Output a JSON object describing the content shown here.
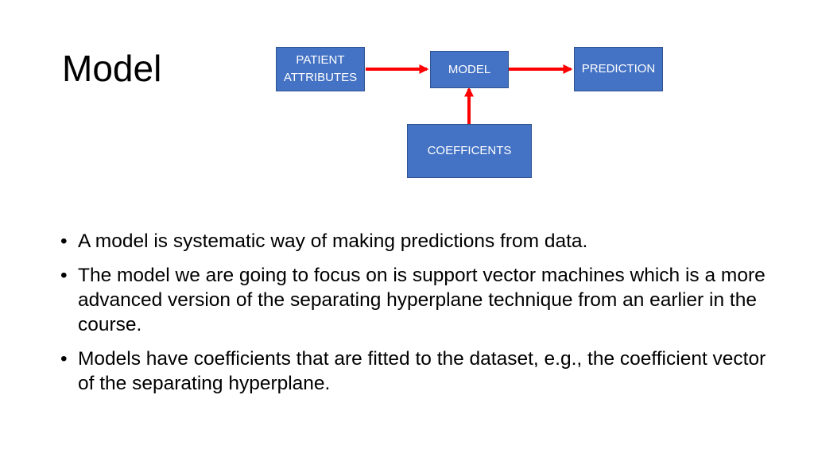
{
  "slide": {
    "title": "Model",
    "diagram": {
      "patient_attributes": [
        "PATIENT",
        "ATTRIBUTES"
      ],
      "model": "MODEL",
      "prediction": "PREDICTION",
      "coefficients": "COEFFICENTS",
      "box_color": "#4472c4",
      "arrow_color": "#ff0000"
    },
    "bullets": [
      "A model is systematic way of making predictions from data.",
      "The model we are going to focus on is support vector machines which is a more advanced version of the separating hyperplane technique from an earlier in the course.",
      "Models have coefficients that are fitted to the dataset, e.g., the coefficient vector of the separating hyperplane."
    ],
    "bullet_symbol": "•"
  }
}
